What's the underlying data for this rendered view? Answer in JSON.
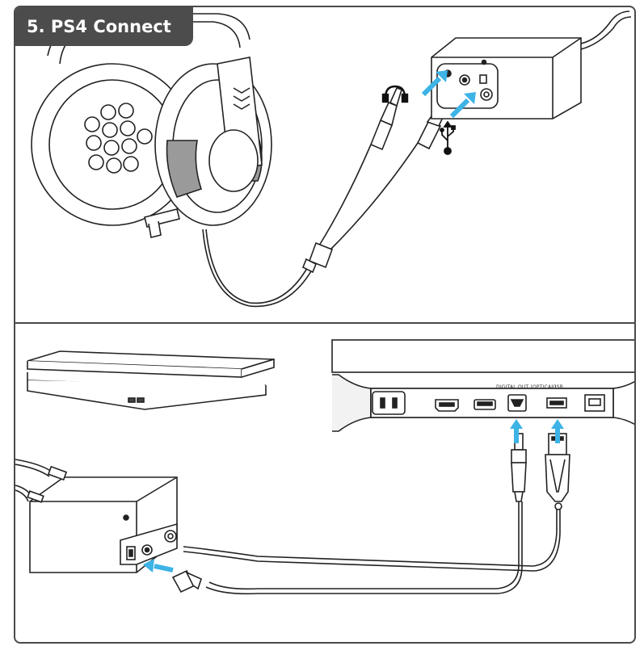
{
  "title": "5. PS4 Connect",
  "ports": {
    "digital_out_label": "DIGITAL OUT (OPTICAL)",
    "usb_label": "USB"
  },
  "colors": {
    "arrow": "#3db3e6",
    "line": "#222222",
    "title_bg": "#4c4c4c",
    "panel_fill": "#f2f2f2"
  },
  "icons": {
    "headphone": "headphone-icon",
    "usb": "usb-icon"
  }
}
